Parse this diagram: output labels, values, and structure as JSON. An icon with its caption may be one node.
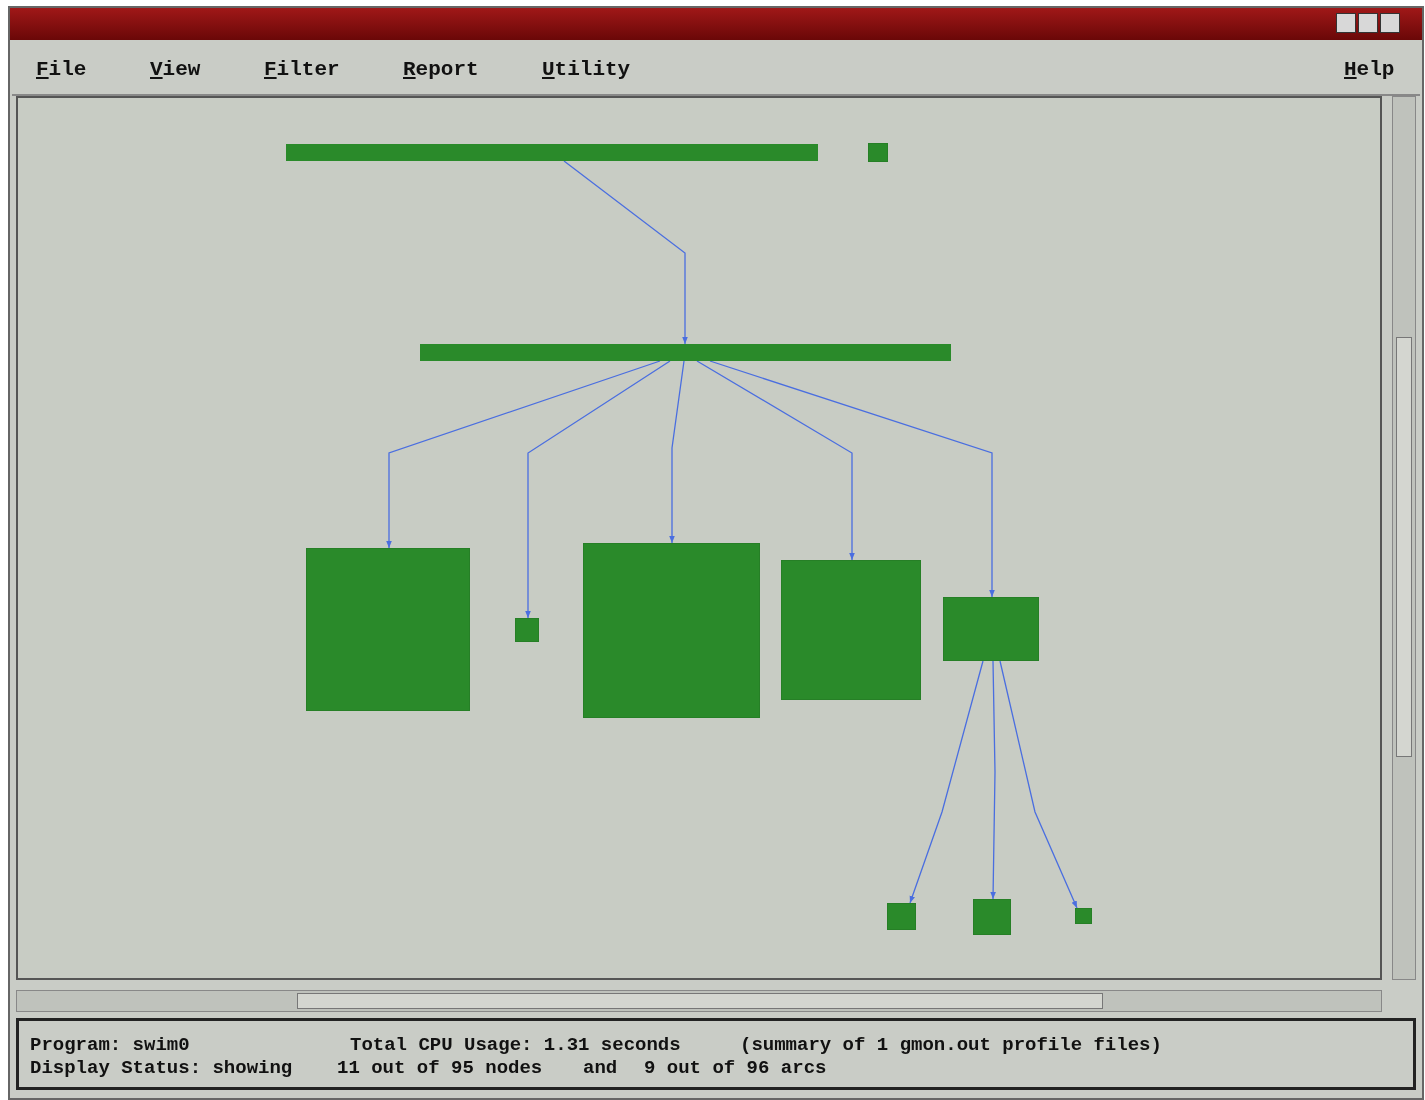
{
  "diagram": {
    "nodes": [
      {
        "text": [],
        "shape": "bar"
      },
      {
        "text": [],
        "shape": "box"
      },
      {
        "text": [],
        "shape": "bar"
      },
      {
        "text": [],
        "shape": "box"
      },
      {
        "text": [],
        "shape": "box"
      },
      {
        "text": [],
        "shape": "box"
      },
      {
        "text": [],
        "shape": "box"
      },
      {
        "text": [],
        "shape": "box"
      },
      {
        "text": [],
        "shape": "box"
      },
      {
        "text": [],
        "shape": "box"
      },
      {
        "text": [],
        "shape": "box"
      }
    ],
    "edges": [
      {
        "from": 0,
        "to": 2,
        "arrow": "to"
      },
      {
        "from": 2,
        "to": 3,
        "arrow": "to"
      },
      {
        "from": 2,
        "to": 4,
        "arrow": "to"
      },
      {
        "from": 2,
        "to": 5,
        "arrow": "to"
      },
      {
        "from": 2,
        "to": 6,
        "arrow": "to"
      },
      {
        "from": 2,
        "to": 7,
        "arrow": "to"
      },
      {
        "from": 7,
        "to": 8,
        "arrow": "to"
      },
      {
        "from": 7,
        "to": 9,
        "arrow": "to"
      },
      {
        "from": 7,
        "to": 10,
        "arrow": "to"
      }
    ],
    "labels": [
      "File",
      "View",
      "Filter",
      "Report",
      "Utility",
      "Help",
      "Program: swim0",
      "Total CPU Usage: 1.31 seconds",
      "(summary of 1 gmon.out profile files)",
      "Display Status: showing",
      "11 out of 95 nodes",
      "and",
      "9 out of 96 arcs"
    ]
  }
}
